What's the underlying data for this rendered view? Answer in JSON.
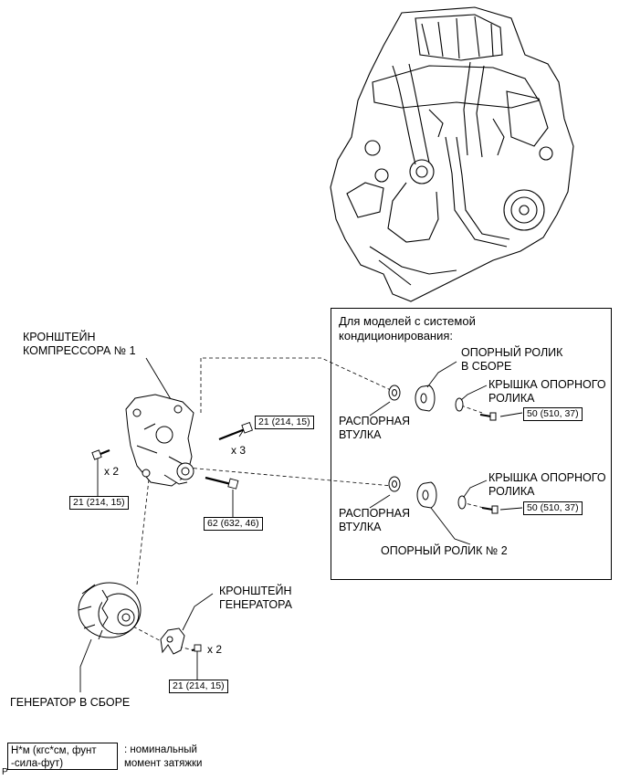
{
  "inset": {
    "title_line1": "Для моделей с системой",
    "title_line2": "кондиционирования:",
    "upper": {
      "spacer_line1": "РАСПОРНАЯ",
      "spacer_line2": "ВТУЛКА",
      "idler_line1": "ОПОРНЫЙ РОЛИК",
      "idler_line2": "В СБОРЕ",
      "cover_line1": "КРЫШКА ОПОРНОГО",
      "cover_line2": "РОЛИКА",
      "torque": "50 (510, 37)"
    },
    "lower": {
      "spacer_line1": "РАСПОРНАЯ",
      "spacer_line2": "ВТУЛКА",
      "idler": "ОПОРНЫЙ РОЛИК № 2",
      "cover_line1": "КРЫШКА ОПОРНОГО",
      "cover_line2": "РОЛИКА",
      "torque": "50 (510, 37)"
    }
  },
  "bracket": {
    "label_line1": "КРОНШТЕЙН",
    "label_line2": "КОМПРЕССОРА № 1"
  },
  "fasteners": {
    "bolt_top_torque": "21 (214, 15)",
    "bolt_top_qty": "x 3",
    "bolt_left_torque": "21 (214, 15)",
    "bolt_left_qty": "x 2",
    "bolt_long_torque": "62 (632, 46)",
    "gen_bolt_torque": "21 (214, 15)",
    "gen_bolt_qty": "x 2"
  },
  "generator_bracket": {
    "label_line1": "КРОНШТЕЙН",
    "label_line2": "ГЕНЕРАТОРА"
  },
  "generator": {
    "label": "ГЕНЕРАТОР В СБОРЕ"
  },
  "legend": {
    "box_line1": "Н*м (кгс*см, фунт",
    "box_line2": "-сила-фут)",
    "note_line1": ": номинальный",
    "note_line2": "момент затяжки"
  },
  "page_mark": "P"
}
